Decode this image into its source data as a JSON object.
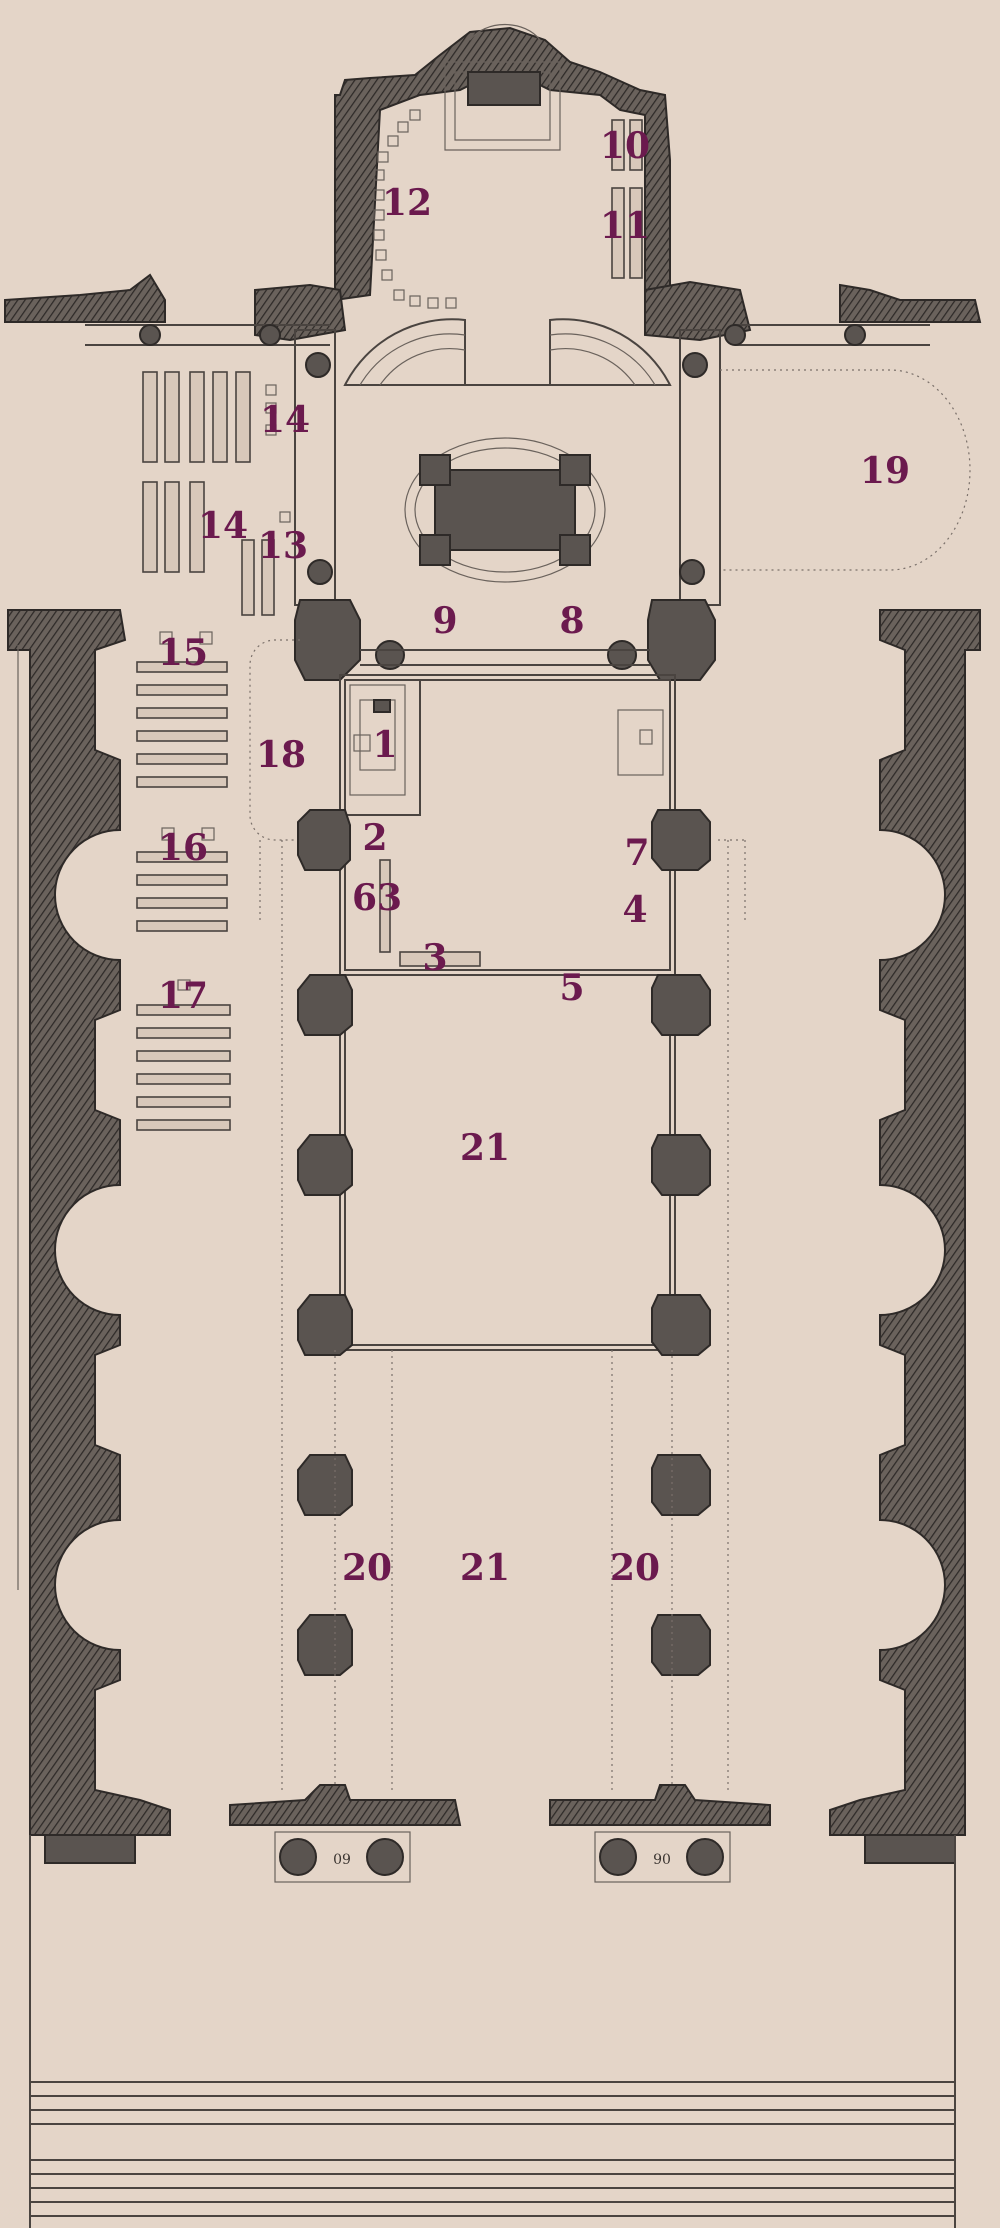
{
  "plan": {
    "labels": [
      {
        "id": "1",
        "text": "1"
      },
      {
        "id": "2",
        "text": "2"
      },
      {
        "id": "63",
        "text": "63"
      },
      {
        "id": "3",
        "text": "3"
      },
      {
        "id": "4",
        "text": "4"
      },
      {
        "id": "5",
        "text": "5"
      },
      {
        "id": "7",
        "text": "7"
      },
      {
        "id": "8",
        "text": "8"
      },
      {
        "id": "9",
        "text": "9"
      },
      {
        "id": "10",
        "text": "10"
      },
      {
        "id": "11",
        "text": "11"
      },
      {
        "id": "12",
        "text": "12"
      },
      {
        "id": "13",
        "text": "13"
      },
      {
        "id": "14a",
        "text": "14"
      },
      {
        "id": "14b",
        "text": "14"
      },
      {
        "id": "15",
        "text": "15"
      },
      {
        "id": "16",
        "text": "16"
      },
      {
        "id": "17",
        "text": "17"
      },
      {
        "id": "18",
        "text": "18"
      },
      {
        "id": "19",
        "text": "19"
      },
      {
        "id": "20a",
        "text": "20"
      },
      {
        "id": "20b",
        "text": "20"
      },
      {
        "id": "21a",
        "text": "21"
      },
      {
        "id": "21b",
        "text": "21"
      }
    ],
    "door_marks": [
      "09",
      "90"
    ],
    "colors": {
      "paper": "#e4d5c8",
      "ink": "#4a4440",
      "label": "#6b1a4e"
    }
  }
}
